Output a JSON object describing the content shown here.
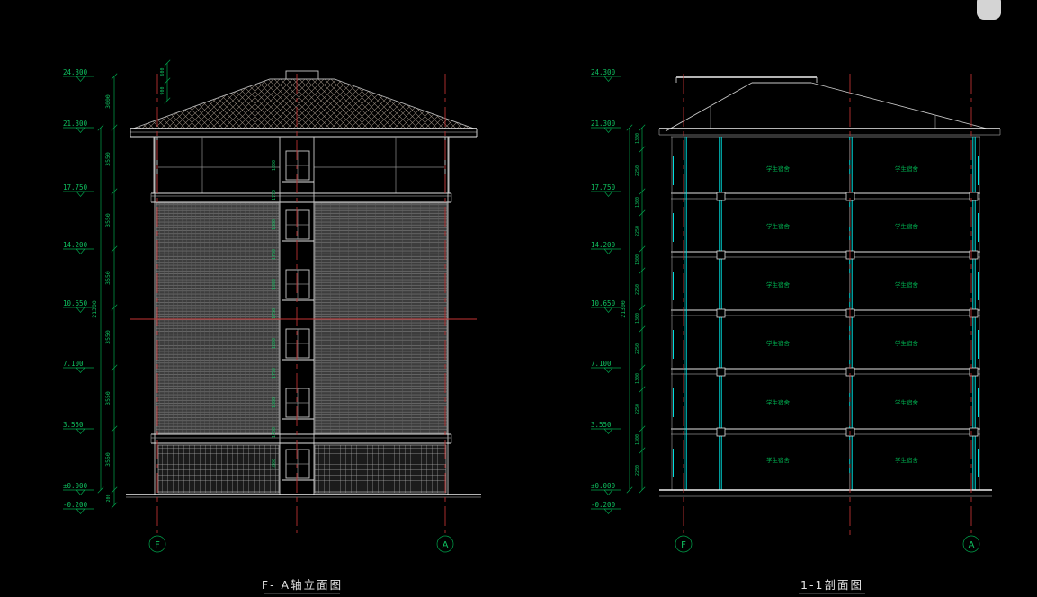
{
  "titles": {
    "left": "F- A轴立面图",
    "right": "1-1剖面图"
  },
  "levels": [
    "24.300",
    "21.300",
    "17.750",
    "14.200",
    "10.650",
    "7.100",
    "3.550",
    "±0.000",
    "-0.200"
  ],
  "left": {
    "bubble_f": "F",
    "bubble_a": "A",
    "overall_dim": "21300",
    "chain_dims": [
      "3000",
      "3550",
      "3550",
      "3550",
      "3550",
      "3550",
      "3550",
      "200"
    ],
    "top_dims": [
      "600",
      "900"
    ],
    "window_dims": [
      "1800",
      "1750"
    ]
  },
  "right": {
    "bubble_f": "F",
    "bubble_a": "A",
    "overall_dim": "21300",
    "chain_dims": [
      "1300",
      "2250",
      "1300",
      "2250",
      "1300",
      "2250",
      "1300",
      "2250",
      "1300",
      "2250",
      "1300",
      "2250"
    ],
    "room_label": "学生宿舍"
  },
  "colors": {
    "background": "#000000",
    "line_gray": "#c9c9c9",
    "accent_cyan": "#00dede",
    "axis_red": "#b93030",
    "annotation_green": "#0fbf5f"
  }
}
